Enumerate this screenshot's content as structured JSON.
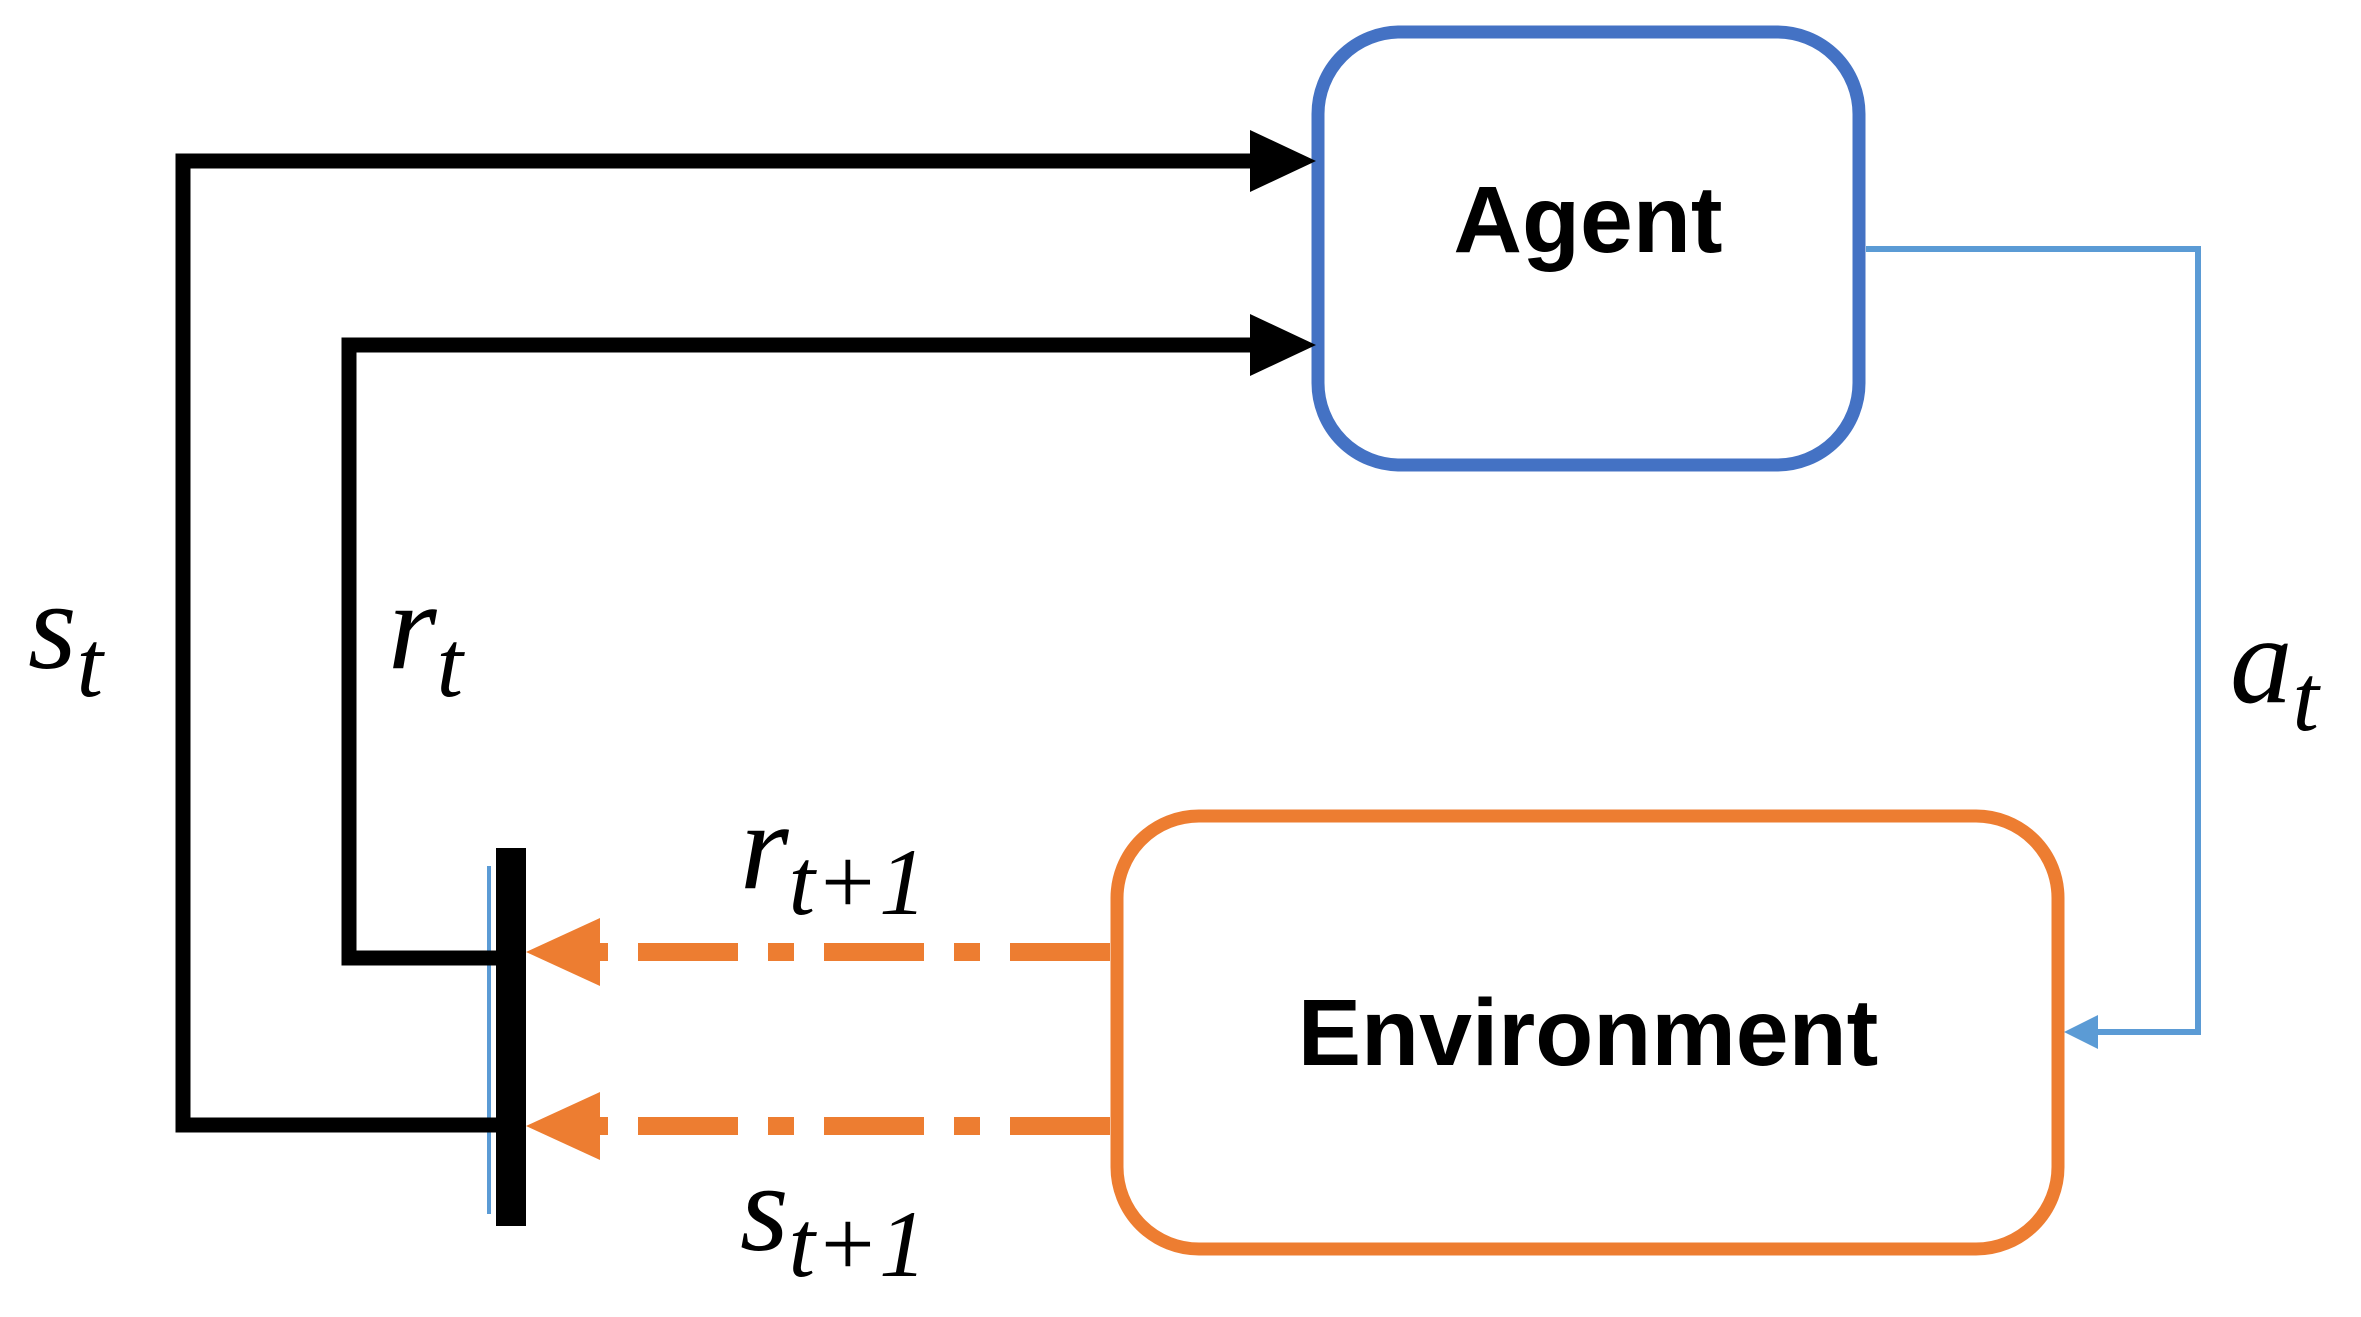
{
  "agent": {
    "label": "Agent"
  },
  "environment": {
    "label": "Environment"
  },
  "signals": {
    "state": {
      "base": "s",
      "sub": "t"
    },
    "reward": {
      "base": "r",
      "sub": "t"
    },
    "action": {
      "base": "a",
      "sub": "t"
    },
    "next_reward": {
      "base": "r",
      "sub": "t+1"
    },
    "next_state": {
      "base": "s",
      "sub": "t+1"
    }
  },
  "colors": {
    "agent": "#4472c4",
    "environment": "#ed7d31",
    "action_line": "#5b9bd5",
    "feedback": "#000000"
  }
}
